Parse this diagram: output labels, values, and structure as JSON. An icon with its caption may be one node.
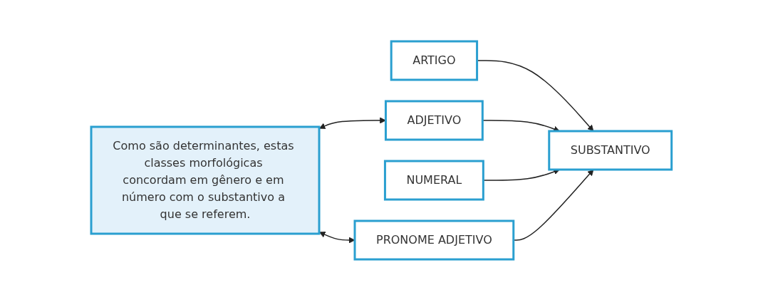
{
  "diagram": {
    "nodes": [
      {
        "text": [
          "ARTIGO"
        ]
      },
      {
        "text": [
          "ADJETIVO"
        ]
      },
      {
        "text": [
          "SUBSTANTIVO"
        ]
      },
      {
        "text": [
          "NUMERAL"
        ]
      },
      {
        "text": [
          "PRONOME ADJETIVO"
        ]
      },
      {
        "text": [
          "Como são determinantes, estas classes morfológicas concordam em gênero e em número com o substantivo a que se referem."
        ]
      }
    ],
    "edges": [
      {
        "from": 0,
        "to": 2,
        "arrow": "to"
      },
      {
        "from": 1,
        "to": 2,
        "arrow": "to"
      },
      {
        "from": 3,
        "to": 2,
        "arrow": "to"
      },
      {
        "from": 4,
        "to": 2,
        "arrow": "to"
      },
      {
        "from": 5,
        "to": 1,
        "arrow": "both"
      },
      {
        "from": 5,
        "to": 4,
        "arrow": "both"
      }
    ]
  }
}
